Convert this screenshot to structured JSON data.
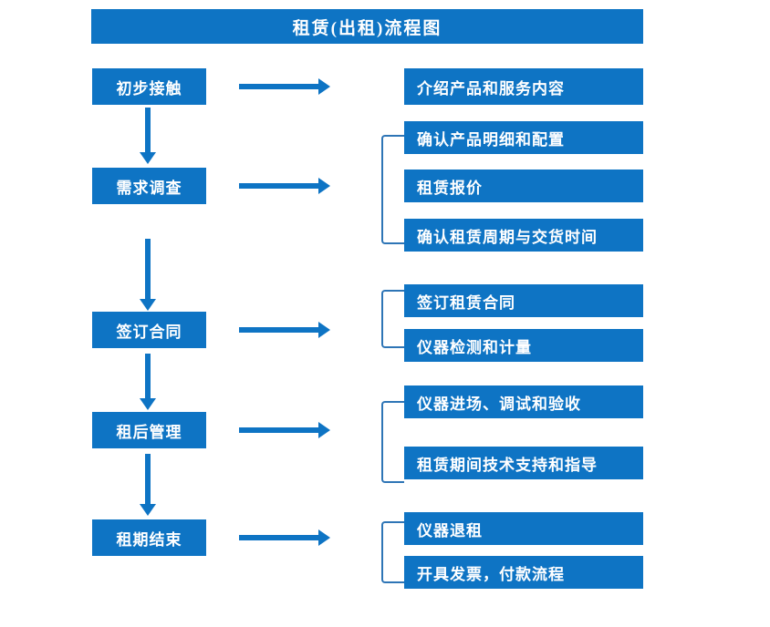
{
  "diagram": {
    "title": "租赁(出租)流程图",
    "colors": {
      "box_fill": "#0E74C4",
      "box_text": "#FFFFFF",
      "arrow": "#0E74C4",
      "bracket": "#2E75B6",
      "background": "#FFFFFF"
    },
    "stages": [
      {
        "label": "初步接触",
        "details": [
          "介绍产品和服务内容"
        ]
      },
      {
        "label": "需求调查",
        "details": [
          "确认产品明细和配置",
          "租赁报价",
          "确认租赁周期与交货时间"
        ]
      },
      {
        "label": "签订合同",
        "details": [
          "签订租赁合同",
          "仪器检测和计量"
        ]
      },
      {
        "label": "租后管理",
        "details": [
          "仪器进场、调试和验收",
          "租赁期间技术支持和指导"
        ]
      },
      {
        "label": "租期结束",
        "details": [
          "仪器退租",
          "开具发票，付款流程"
        ]
      }
    ]
  }
}
